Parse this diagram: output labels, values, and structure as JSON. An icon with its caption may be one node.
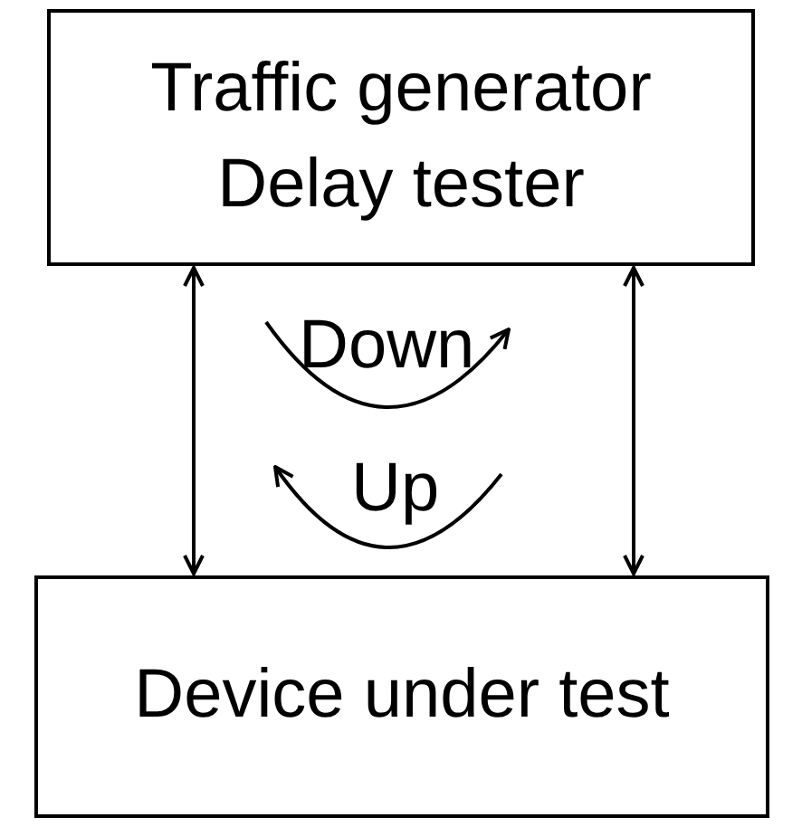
{
  "diagram": {
    "nodes": [
      {
        "text": [
          "Traffic generator",
          "Delay tester"
        ]
      },
      {
        "text": [
          "Device under test"
        ]
      }
    ],
    "edges": [
      {
        "from": 0,
        "to": 1,
        "arrow": "both"
      },
      {
        "from": 0,
        "to": 1,
        "arrow": "both"
      }
    ],
    "labels": [
      "Down",
      "Up"
    ]
  }
}
